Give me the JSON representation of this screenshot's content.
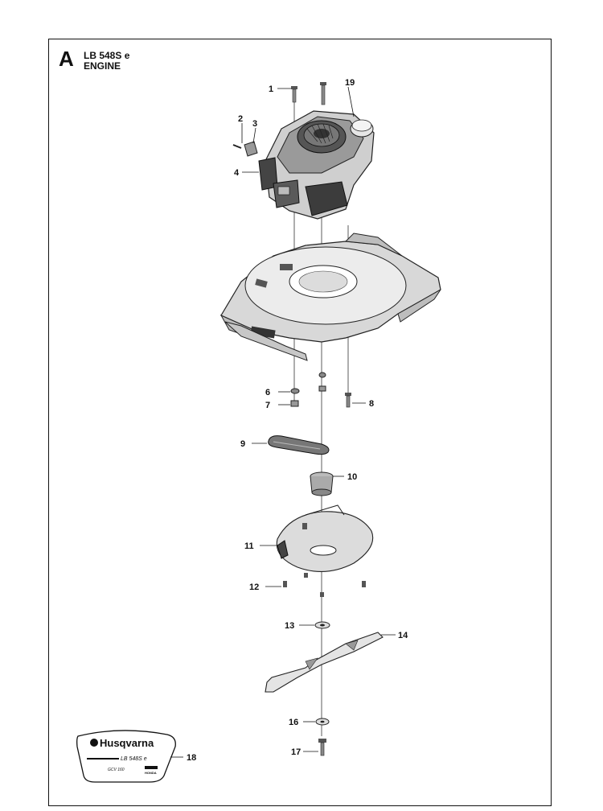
{
  "header": {
    "section_letter": "A",
    "model": "LB 548S e",
    "group": "ENGINE"
  },
  "callouts": [
    "1",
    "2",
    "3",
    "4",
    "19",
    "6",
    "7",
    "8",
    "9",
    "10",
    "11",
    "12",
    "13",
    "14",
    "16",
    "17",
    "18"
  ],
  "decal": {
    "brand": "Husqvarna",
    "model": "LB 548S e",
    "engine": "GCV 160",
    "engine_brand": "HONDA"
  }
}
